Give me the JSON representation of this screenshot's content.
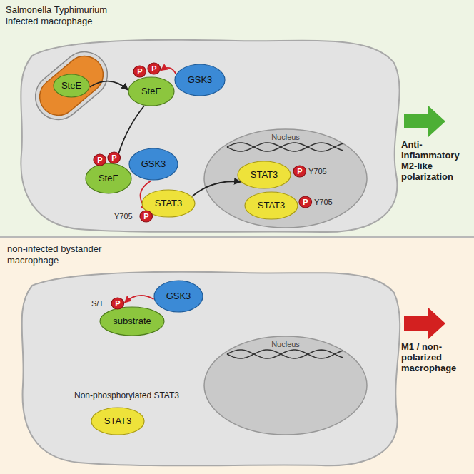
{
  "diagram": {
    "nodes": [
      {
        "text": [
          "Salmonella Typhimurium infected macrophage"
        ]
      },
      {
        "text": [
          "Nucleus"
        ],
        "in": 0
      },
      {
        "text": [
          "SteE"
        ],
        "in": 0
      },
      {
        "text": [
          "SteE"
        ],
        "in": 0
      },
      {
        "text": [
          "P"
        ],
        "in": 0
      },
      {
        "text": [
          "P"
        ],
        "in": 0
      },
      {
        "text": [
          "GSK3"
        ],
        "in": 0
      },
      {
        "text": [
          "SteE"
        ],
        "in": 0
      },
      {
        "text": [
          "P"
        ],
        "in": 0
      },
      {
        "text": [
          "P"
        ],
        "in": 0
      },
      {
        "text": [
          "GSK3"
        ],
        "in": 0
      },
      {
        "text": [
          "STAT3"
        ],
        "in": 0
      },
      {
        "text": [
          "P"
        ],
        "in": 0
      },
      {
        "text": [
          "STAT3"
        ],
        "in": 1
      },
      {
        "text": [
          "P"
        ],
        "in": 1
      },
      {
        "text": [
          "STAT3"
        ],
        "in": 1
      },
      {
        "text": [
          "P"
        ],
        "in": 1
      },
      {
        "text": [
          "non-infected bystander macrophage"
        ]
      },
      {
        "text": [
          "Nucleus"
        ],
        "in": 17
      },
      {
        "text": [
          "substrate"
        ],
        "in": 17
      },
      {
        "text": [
          "P"
        ],
        "in": 17
      },
      {
        "text": [
          "GSK3"
        ],
        "in": 17
      },
      {
        "text": [
          "STAT3"
        ],
        "in": 17
      }
    ],
    "edges": [
      {
        "from": 6,
        "to": 5,
        "arrow": "to"
      },
      {
        "from": 2,
        "to": 3,
        "arrow": "to"
      },
      {
        "from": 3,
        "to": 7,
        "arrow": "to"
      },
      {
        "from": 10,
        "to": 12,
        "arrow": "to"
      },
      {
        "from": 11,
        "to": 13,
        "arrow": "to"
      },
      {
        "from": 21,
        "to": 20,
        "arrow": "to"
      }
    ],
    "labels": [
      "Y705",
      "Y705",
      "Y705",
      "S/T",
      "Non-phosphorylated STAT3",
      "Anti-inflammatory M2-like polarization",
      "M1 / non-polarized macrophage"
    ]
  }
}
